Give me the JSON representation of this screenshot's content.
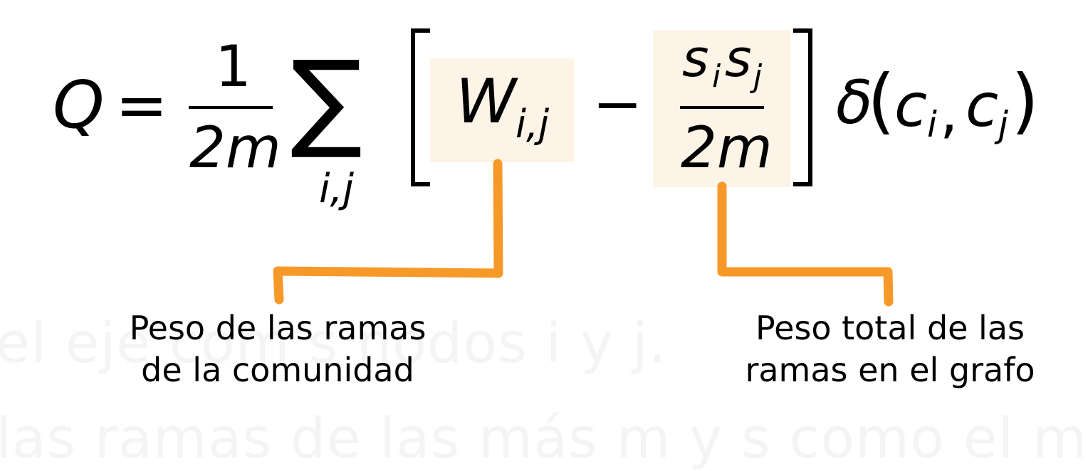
{
  "colors": {
    "highlight": "#fdf3e6",
    "connector": "#f7941d",
    "ghost_text": "#f4f4f4",
    "ink": "#000000"
  },
  "formula": {
    "Q": "Q",
    "equals": "=",
    "one": "1",
    "two_m": "2m",
    "sum": "∑",
    "sum_index": "i,j",
    "lbracket": "[",
    "W": "W",
    "W_sub": "i,j",
    "minus": "−",
    "s1": "s",
    "s1_sub": "i",
    "s2": "s",
    "s2_sub": "j",
    "two_m_2": "2m",
    "rbracket": "]",
    "delta": "δ",
    "lparen": "(",
    "c1": "c",
    "c1_sub": "i",
    "comma": ",",
    "c2": "c",
    "c2_sub": "j",
    "rparen": ")"
  },
  "annotations": {
    "left_line1": "Peso de las ramas",
    "left_line2": "de la comunidad",
    "right_line1": "Peso total de las",
    "right_line2": "ramas en el grafo"
  },
  "background_text": {
    "line1": "el eje com    s nodos  i  y  j.",
    "line2": "las ramas de las más m y s como el mo"
  }
}
